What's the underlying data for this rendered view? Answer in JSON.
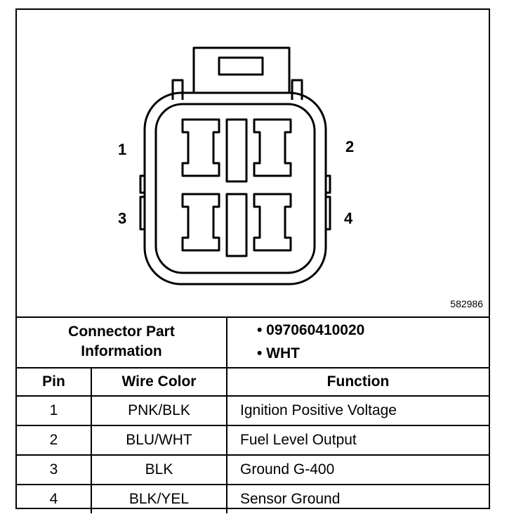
{
  "diagram": {
    "figure_id": "582986",
    "pin_labels": [
      "1",
      "2",
      "3",
      "4"
    ]
  },
  "connector_info": {
    "label_line1": "Connector Part",
    "label_line2": "Information",
    "values": [
      "• 097060410020",
      "• WHT"
    ]
  },
  "table": {
    "headers": [
      "Pin",
      "Wire Color",
      "Function"
    ],
    "rows": [
      {
        "pin": "1",
        "wire_color": "PNK/BLK",
        "function": "Ignition Positive Voltage"
      },
      {
        "pin": "2",
        "wire_color": "BLU/WHT",
        "function": "Fuel Level Output"
      },
      {
        "pin": "3",
        "wire_color": "BLK",
        "function": "Ground G-400"
      },
      {
        "pin": "4",
        "wire_color": "BLK/YEL",
        "function": "Sensor Ground"
      }
    ]
  }
}
